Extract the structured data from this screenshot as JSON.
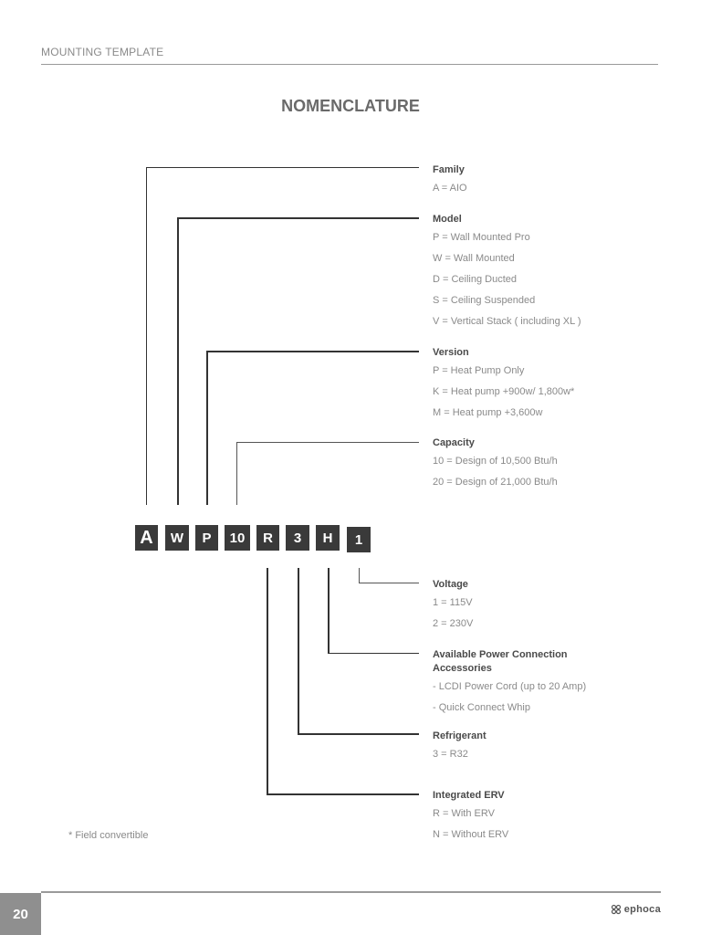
{
  "header": {
    "title": "MOUNTING TEMPLATE"
  },
  "page_title": "NOMENCLATURE",
  "code": [
    {
      "letter": "A"
    },
    {
      "letter": "W"
    },
    {
      "letter": "P"
    },
    {
      "letter": "10"
    },
    {
      "letter": "R"
    },
    {
      "letter": "3"
    },
    {
      "letter": "H"
    },
    {
      "letter": "1"
    }
  ],
  "sections": {
    "family": {
      "title": "Family",
      "items": [
        "A = AIO"
      ]
    },
    "model": {
      "title": "Model",
      "items": [
        "P =  Wall Mounted Pro",
        "W = Wall Mounted",
        "D =  Ceiling Ducted",
        "S =  Ceiling Suspended",
        "V =  Vertical Stack ( including XL )"
      ]
    },
    "version": {
      "title": "Version",
      "items": [
        "P = Heat Pump Only",
        "K = Heat pump +900w/ 1,800w*",
        "M = Heat pump +3,600w"
      ]
    },
    "capacity": {
      "title": "Capacity",
      "items": [
        "10 = Design of 10,500 Btu/h",
        "20 = Design of 21,000 Btu/h"
      ]
    },
    "voltage": {
      "title": "Voltage",
      "items": [
        "1 = 115V",
        "2 = 230V"
      ]
    },
    "power": {
      "title": "Available Power Connection Accessories",
      "items": [
        "- LCDI Power Cord (up to 20 Amp)",
        "- Quick Connect Whip"
      ]
    },
    "refrigerant": {
      "title": "Refrigerant",
      "items": [
        "3 = R32"
      ]
    },
    "erv": {
      "title": "Integrated ERV",
      "items": [
        "R = With ERV",
        "N = Without ERV"
      ]
    }
  },
  "footnote": "* Field convertible",
  "footer": {
    "page_number": "20",
    "brand": "ephoca",
    "brand_icon": "ephoca-logo-icon"
  }
}
